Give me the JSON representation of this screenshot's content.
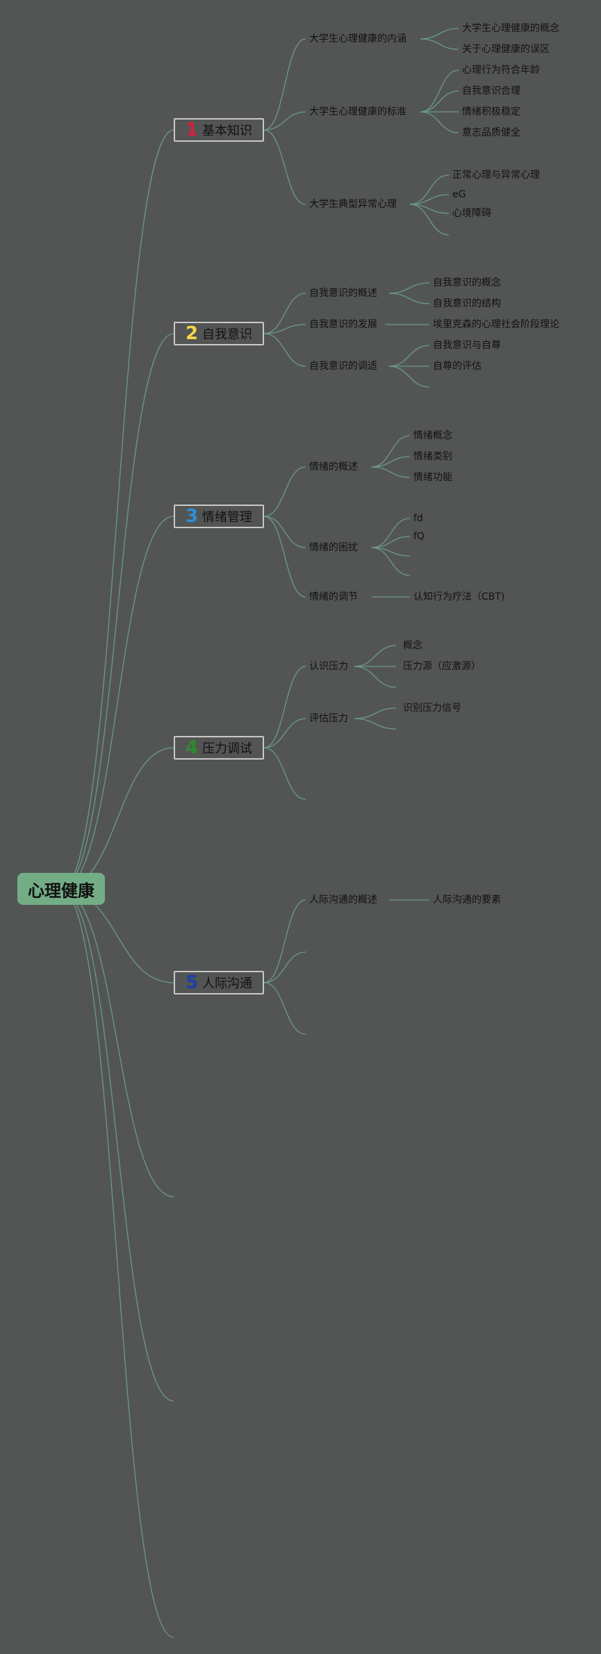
{
  "root": {
    "label": "心理健康"
  },
  "categories": [
    {
      "num": "1",
      "num_color": "#d4213d",
      "label": "基本知识"
    },
    {
      "num": "2",
      "num_color": "#f2d84b",
      "label": "自我意识"
    },
    {
      "num": "3",
      "num_color": "#2f8fd6",
      "label": "情绪管理"
    },
    {
      "num": "4",
      "num_color": "#2e8b2e",
      "label": "压力调试"
    },
    {
      "num": "5",
      "num_color": "#1f3fa8",
      "label": "人际沟通"
    }
  ],
  "subtopics": [
    {
      "label": "大学生心理健康的内涵"
    },
    {
      "label": "大学生心理健康的标准"
    },
    {
      "label": "大学生典型异常心理"
    },
    {
      "label": "自我意识的概述"
    },
    {
      "label": "自我意识的发展"
    },
    {
      "label": "自我意识的调适"
    },
    {
      "label": "情绪的概述"
    },
    {
      "label": "情绪的困扰"
    },
    {
      "label": "情绪的调节"
    },
    {
      "label": "认识压力"
    },
    {
      "label": "评估压力"
    },
    {
      "label": "人际沟通的概述"
    }
  ],
  "leaves": [
    {
      "label": "大学生心理健康的概念"
    },
    {
      "label": "关于心理健康的误区"
    },
    {
      "label": "心理行为符合年龄"
    },
    {
      "label": "自我意识合理"
    },
    {
      "label": "情绪积极稳定"
    },
    {
      "label": "意志品质健全"
    },
    {
      "label": "正常心理与异常心理"
    },
    {
      "label": "eG"
    },
    {
      "label": "心境障碍"
    },
    {
      "label": "自我意识的概念"
    },
    {
      "label": "自我意识的结构"
    },
    {
      "label": "埃里克森的心理社会阶段理论"
    },
    {
      "label": "自我意识与自尊"
    },
    {
      "label": "自尊的评估"
    },
    {
      "label": "情绪概念"
    },
    {
      "label": "情绪类别"
    },
    {
      "label": "情绪功能"
    },
    {
      "label": "fd"
    },
    {
      "label": "fQ"
    },
    {
      "label": "认知行为疗法（CBT)"
    },
    {
      "label": "概念"
    },
    {
      "label": "压力源（应激源）"
    },
    {
      "label": "识别压力信号"
    },
    {
      "label": "人际沟通的要素"
    }
  ]
}
